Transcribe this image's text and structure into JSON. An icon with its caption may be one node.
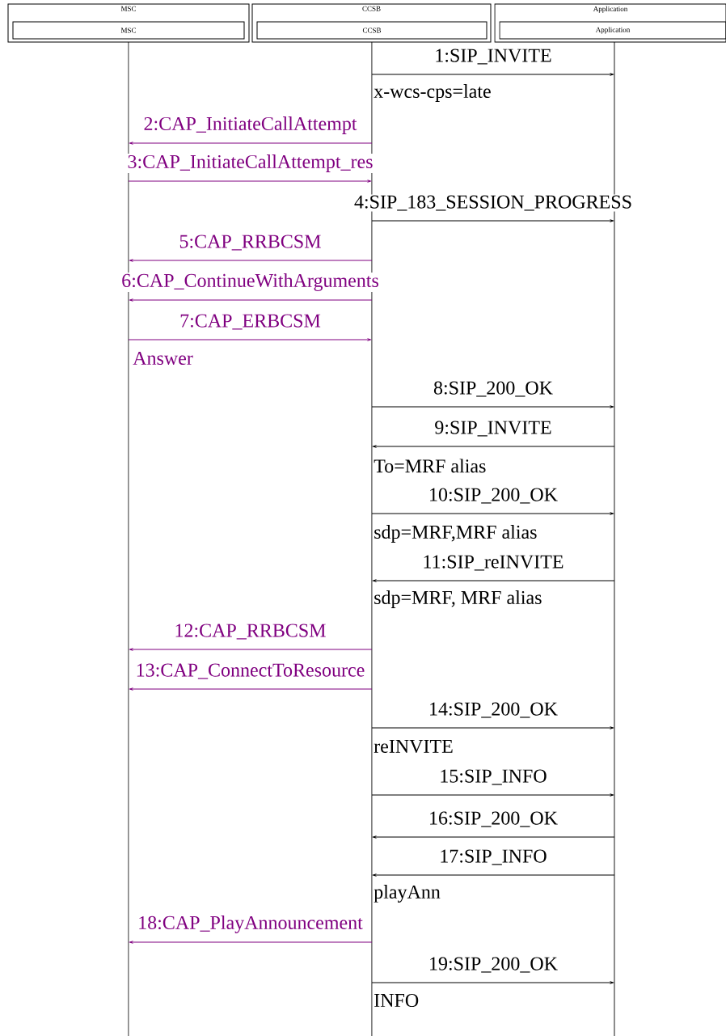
{
  "diagram": {
    "nodes": [
      {
        "text": [
          "MSC"
        ]
      },
      {
        "text": [
          "MSC"
        ],
        "in": 0
      },
      {
        "text": [
          "CCSB"
        ]
      },
      {
        "text": [
          "CCSB"
        ],
        "in": 2
      },
      {
        "text": [
          "Application"
        ]
      },
      {
        "text": [
          "Application"
        ],
        "in": 4
      },
      {
        "text": [],
        "shape": "line"
      },
      {
        "text": [],
        "shape": "line"
      },
      {
        "text": [],
        "shape": "line"
      }
    ],
    "edges": [
      {
        "from": 7,
        "to": 8,
        "arrow": "to",
        "label": "1:SIP_INVITE"
      },
      {
        "from": 7,
        "to": 6,
        "arrow": "to",
        "label": "2:CAP_InitiateCallAttempt",
        "color": "#800080"
      },
      {
        "from": 6,
        "to": 7,
        "arrow": "to",
        "label": "3:CAP_InitiateCallAttempt_res",
        "color": "#800080"
      },
      {
        "from": 7,
        "to": 8,
        "arrow": "to",
        "label": "4:SIP_183_SESSION_PROGRESS"
      },
      {
        "from": 7,
        "to": 6,
        "arrow": "to",
        "label": "5:CAP_RRBCSM",
        "color": "#800080"
      },
      {
        "from": 7,
        "to": 6,
        "arrow": "to",
        "label": "6:CAP_ContinueWithArguments",
        "color": "#800080"
      },
      {
        "from": 6,
        "to": 7,
        "arrow": "to",
        "label": "7:CAP_ERBCSM",
        "color": "#800080"
      },
      {
        "from": 7,
        "to": 8,
        "arrow": "to",
        "label": "8:SIP_200_OK"
      },
      {
        "from": 8,
        "to": 7,
        "arrow": "to",
        "label": "9:SIP_INVITE"
      },
      {
        "from": 7,
        "to": 8,
        "arrow": "to",
        "label": "10:SIP_200_OK"
      },
      {
        "from": 8,
        "to": 7,
        "arrow": "to",
        "label": "11:SIP_reINVITE"
      },
      {
        "from": 7,
        "to": 6,
        "arrow": "to",
        "label": "12:CAP_RRBCSM",
        "color": "#800080"
      },
      {
        "from": 7,
        "to": 6,
        "arrow": "to",
        "label": "13:CAP_ConnectToResource",
        "color": "#800080"
      },
      {
        "from": 7,
        "to": 8,
        "arrow": "to",
        "label": "14:SIP_200_OK"
      },
      {
        "from": 7,
        "to": 8,
        "arrow": "to",
        "label": "15:SIP_INFO"
      },
      {
        "from": 8,
        "to": 7,
        "arrow": "to",
        "label": "16:SIP_200_OK"
      },
      {
        "from": 8,
        "to": 7,
        "arrow": "to",
        "label": "17:SIP_INFO"
      },
      {
        "from": 7,
        "to": 6,
        "arrow": "to",
        "label": "18:CAP_PlayAnnouncement",
        "color": "#800080"
      },
      {
        "from": 7,
        "to": 8,
        "arrow": "to",
        "label": "19:SIP_200_OK"
      }
    ],
    "labels": [
      "x-wcs-cps=late",
      "Answer",
      "To=MRF alias",
      "sdp=MRF,MRF alias",
      "sdp=MRF, MRF alias",
      "reINVITE",
      "playAnn",
      "INFO"
    ]
  }
}
